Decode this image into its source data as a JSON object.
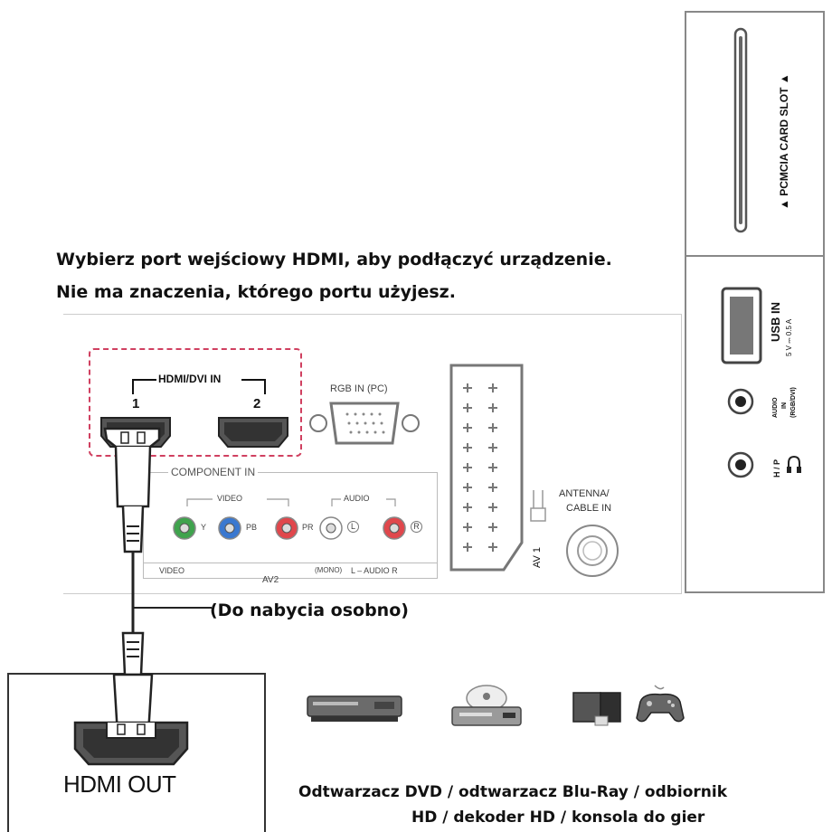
{
  "instructions": {
    "line1": "Wybierz port wejściowy HDMI, aby podłączyć urządzenie.",
    "line2": "Nie ma znaczenia, którego portu użyjesz."
  },
  "tv_rear": {
    "hdmi_group_label": "HDMI/DVI IN",
    "hdmi_port_1": "1",
    "hdmi_port_2": "2",
    "rgb_label": "RGB IN (PC)",
    "component_label": "COMPONENT IN",
    "video_label": "VIDEO",
    "audio_label": "AUDIO",
    "jack_y": "Y",
    "jack_pb": "PB",
    "jack_pr": "PR",
    "jack_l": "L",
    "jack_r": "R",
    "bottom_video": "VIDEO",
    "bottom_av2": "AV2",
    "bottom_mono": "(MONO)",
    "bottom_audio": "L – AUDIO R",
    "scart_label": "AV 1",
    "antenna_label_1": "ANTENNA/",
    "antenna_label_2": "CABLE IN"
  },
  "side_panel": {
    "pcmcia_label": "▲ PCMCIA CARD SLOT ▲",
    "usb_label": "USB IN",
    "usb_spec": "5 V ⎓ 0.5 A",
    "audio_in_label_1": "AUDIO",
    "audio_in_label_2": "IN",
    "audio_in_label_3": "(RGB/DVI)",
    "hp_label": "H / P"
  },
  "cable_note": "(Do nabycia osobno)",
  "source_device": {
    "port_label": "HDMI OUT"
  },
  "devices": {
    "caption_line1": "Odtwarzacz DVD / odtwarzacz Blu-Ray / odbiornik",
    "caption_line2": "HD / dekoder HD / konsola do gier"
  },
  "colors": {
    "component_y": "#3fa34d",
    "component_pb": "#3a78d0",
    "component_pr": "#e0474c",
    "audio_l": "#ffffff",
    "audio_r": "#e0474c",
    "hdmi_group_outline": "#d04060"
  }
}
